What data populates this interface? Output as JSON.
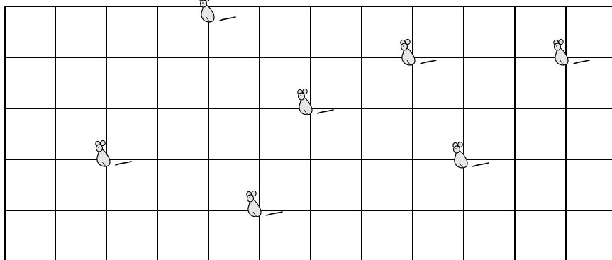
{
  "grid": {
    "columns": 12,
    "rows": 5,
    "line_color": "#000000",
    "background": "#ffffff"
  },
  "mouse": {
    "icon": "mouse-icon",
    "body_color": "#e6e6e6",
    "outline_color": "#000000"
  },
  "mice_count": 7
}
